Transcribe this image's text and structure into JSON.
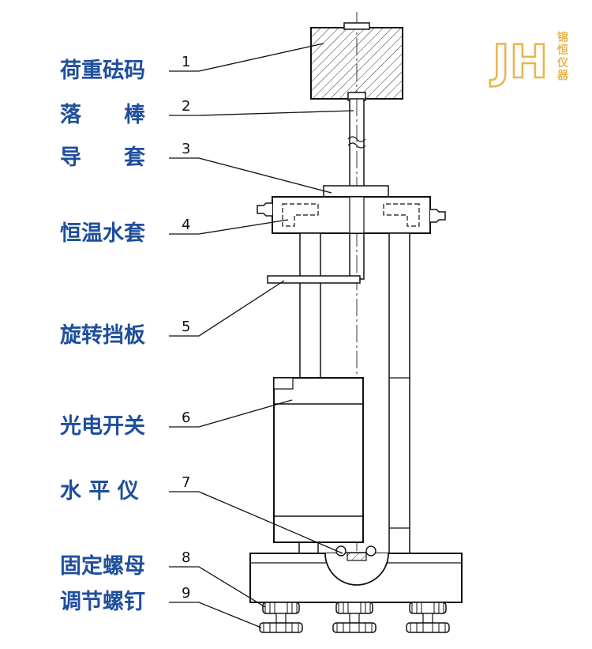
{
  "logo": {
    "letters": "JH",
    "brand_chars": [
      "锦",
      "恒",
      "仪",
      "器"
    ]
  },
  "parts": [
    {
      "number": "1",
      "label": "荷重砝码"
    },
    {
      "number": "2",
      "label": "落　　棒"
    },
    {
      "number": "3",
      "label": "导　　套"
    },
    {
      "number": "4",
      "label": "恒温水套"
    },
    {
      "number": "5",
      "label": "旋转挡板"
    },
    {
      "number": "6",
      "label": "光电开关"
    },
    {
      "number": "7",
      "label": "水 平 仪"
    },
    {
      "number": "8",
      "label": "固定螺母"
    },
    {
      "number": "9",
      "label": "调节螺钉"
    }
  ],
  "colors": {
    "label": "#1f4f9c",
    "line": "#111111",
    "logo": "#e8b54d"
  }
}
